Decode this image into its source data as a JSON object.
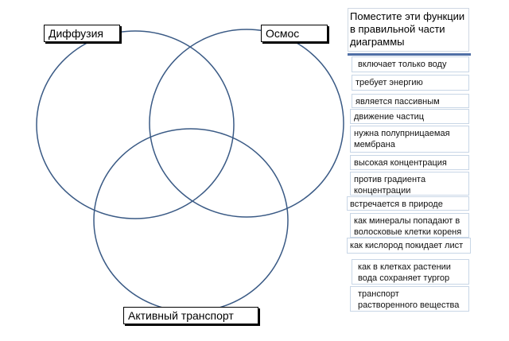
{
  "sets": {
    "diffusion": "Диффузия",
    "osmosis": "Осмос",
    "active": "Активный транспорт"
  },
  "panel": {
    "title_lines": [
      "Поместите эти функции",
      "в правильной части",
      "диаграммы"
    ]
  },
  "features": [
    {
      "lines": [
        "включает только воду"
      ]
    },
    {
      "lines": [
        "требует энергию"
      ]
    },
    {
      "lines": [
        "является пассивным"
      ]
    },
    {
      "lines": [
        "движение частиц"
      ]
    },
    {
      "lines": [
        "нужна полупрницаемая",
        "мембрана"
      ]
    },
    {
      "lines": [
        "высокая концентрация"
      ]
    },
    {
      "lines": [
        "против градиента",
        "концентрации"
      ]
    },
    {
      "lines": [
        "встречается в природе"
      ]
    },
    {
      "lines": [
        "как минералы попадают в",
        "волосковые клетки кореня"
      ]
    },
    {
      "lines": [
        "как кислород покидает лист"
      ]
    },
    {
      "lines": [
        "как в клетках растении",
        "вода сохраняет тургор"
      ]
    },
    {
      "lines": [
        "транспорт",
        "растворенного вещества"
      ]
    }
  ],
  "colors": {
    "circle_stroke": "#3a5a85",
    "panel_rule": "#4f6fa6",
    "item_border": "#c8d6e6"
  }
}
